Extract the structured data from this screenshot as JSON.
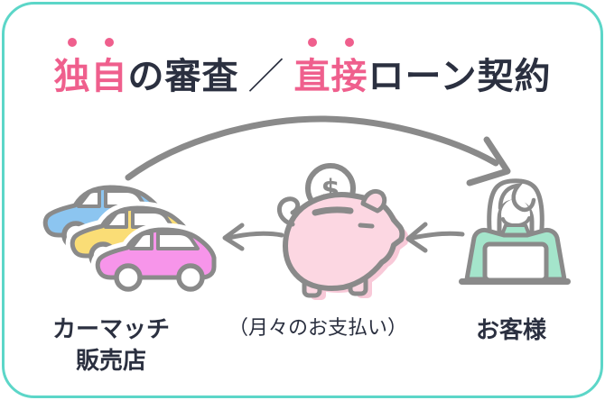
{
  "card": {
    "border_color": "#5cd6c8",
    "background_color": "#ffffff"
  },
  "title": {
    "full_text": "独自の審査／直接ローン契約",
    "emphasis_1": "独自",
    "middle": "の審査",
    "slash": "／",
    "emphasis_2": "直接",
    "tail": "ローン契約",
    "accent_color": "#ef5f8d",
    "text_color": "#2b3040",
    "emphasis_mark": "pink-dots-above-characters"
  },
  "labels": {
    "dealer_line1": "カーマッチ",
    "dealer_line2": "販売店",
    "payment": "（月々のお支払い）",
    "customer": "お客様"
  },
  "illustration": {
    "outline_color": "#8a8a8a",
    "cars": {
      "blue": "#8cc5f0",
      "yellow": "#fadd76",
      "pink": "#f795ea"
    },
    "piggy": {
      "body_color": "#fcd7e2",
      "shadow_color": "#f8c9d8",
      "coin_symbol": "$"
    },
    "customer": {
      "shirt_color": "#a4e5cb"
    },
    "arrows": [
      "contract-arc-arrow-dealer-to-customer",
      "payment-arrow-piggy-to-dealer",
      "payment-arrow-customer-to-piggy"
    ]
  }
}
